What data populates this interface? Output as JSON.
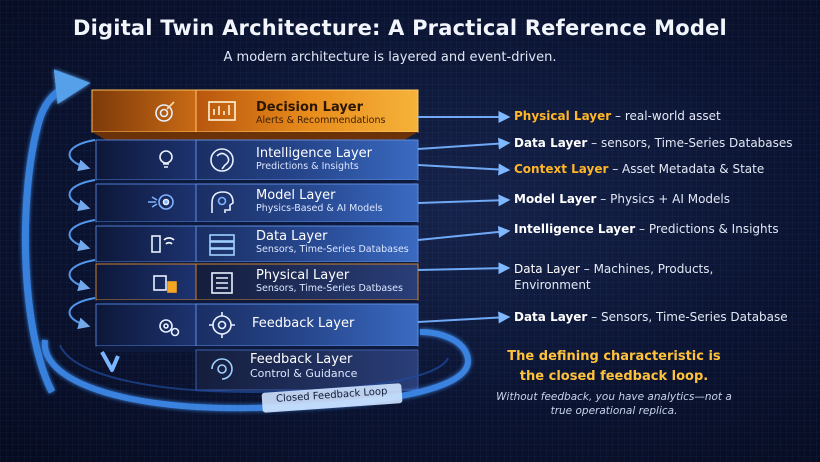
{
  "header": {
    "title": "Digital Twin Architecture: A Practical Reference Model",
    "subtitle": "A modern architecture is layered and event-driven."
  },
  "stack": [
    {
      "title": "Decision Layer",
      "subtitle": "Alerts & Recommendations",
      "icon": "target-icon",
      "highlight": true
    },
    {
      "title": "Intelligence Layer",
      "subtitle": "Predictions & Insights",
      "icon": "brain-icon",
      "highlight": false
    },
    {
      "title": "Model Layer",
      "subtitle": "Physics-Based & AI Models",
      "icon": "head-gear-icon",
      "highlight": false
    },
    {
      "title": "Data Layer",
      "subtitle": "Sensors, Time-Series Databases",
      "icon": "database-icon",
      "highlight": false
    },
    {
      "title": "Physical Layer",
      "subtitle": "Sensors, Time-Series Datbases",
      "icon": "machine-icon",
      "highlight": false
    },
    {
      "title": "Feedback Layer",
      "subtitle": "",
      "icon": "gears-icon",
      "highlight": false
    },
    {
      "title": "Feedback Layer",
      "subtitle": "Control & Guidance",
      "icon": "cycle-icon",
      "highlight": false
    }
  ],
  "loop_label": "Closed Feedback Loop",
  "callouts": [
    {
      "key": "Physical Layer",
      "sep": " – ",
      "value": "real-world asset",
      "key_color": "orange"
    },
    {
      "key": "Data Layer",
      "sep": " – ",
      "value": "sensors, Time-Series Databases",
      "key_color": "white"
    },
    {
      "key": "Context Layer",
      "sep": " – ",
      "value": "Asset Metadata & State",
      "key_color": "orange"
    },
    {
      "key": "Model Layer",
      "sep": " – ",
      "value": "Physics + AI Models",
      "key_color": "white"
    },
    {
      "key": "Intelligence Layer",
      "sep": " – ",
      "value": "Predictions & Insights",
      "key_color": "white"
    },
    {
      "key": "Data Layer",
      "sep": " – ",
      "value": "Machines, Products,",
      "value2": "Environment",
      "key_color": "white"
    },
    {
      "key": "Data Layer",
      "sep": " – ",
      "value": "Sensors, Time-Series Database",
      "key_color": "white"
    }
  ],
  "characteristic": {
    "line1": "The defining characteristic is",
    "line2": "the closed feedback loop."
  },
  "note": {
    "line1": "Without feedback, you have analytics—not a",
    "line2": "true operational replica."
  },
  "colors": {
    "accent_orange": "#ffb627",
    "layer_blue": "#2a4f9a",
    "arrow_blue": "#4aa3ff"
  }
}
